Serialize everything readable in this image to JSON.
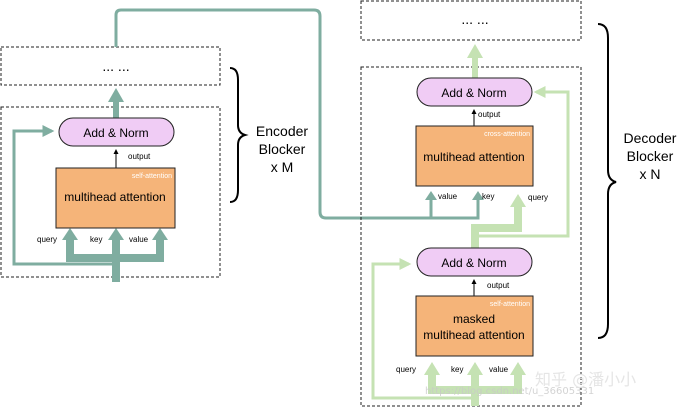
{
  "encoder": {
    "output_box": "... ...",
    "add_norm": "Add & Norm",
    "output_label": "output",
    "attention_tag": "self-attention",
    "attention_title": "multihead attention",
    "query": "query",
    "key": "key",
    "value": "value",
    "bracket_label_1": "Encoder",
    "bracket_label_2": "Blocker",
    "bracket_label_3": "x M"
  },
  "decoder": {
    "output_box": "... ...",
    "top": {
      "add_norm": "Add & Norm",
      "output_label": "output",
      "attention_tag": "cross-attention",
      "attention_title": "multihead attention",
      "value": "value",
      "key": "key",
      "query": "query"
    },
    "bottom": {
      "add_norm": "Add & Norm",
      "output_label": "output",
      "attention_tag": "self-attention",
      "attention_title_1": "masked",
      "attention_title_2": "multihead attention",
      "query": "query",
      "key": "key",
      "value": "value"
    },
    "bracket_label_1": "Decoder",
    "bracket_label_2": "Blocker",
    "bracket_label_3": "x N"
  },
  "watermark": {
    "brand": "知乎 @潘小小",
    "url": "https://blog.csdn.net/u_36605331"
  },
  "colors": {
    "encoder_arrow": "#7fada0",
    "decoder_arrow": "#c5e2b3",
    "attention_fill": "#f5b479",
    "norm_fill": "#f0ccf5"
  }
}
